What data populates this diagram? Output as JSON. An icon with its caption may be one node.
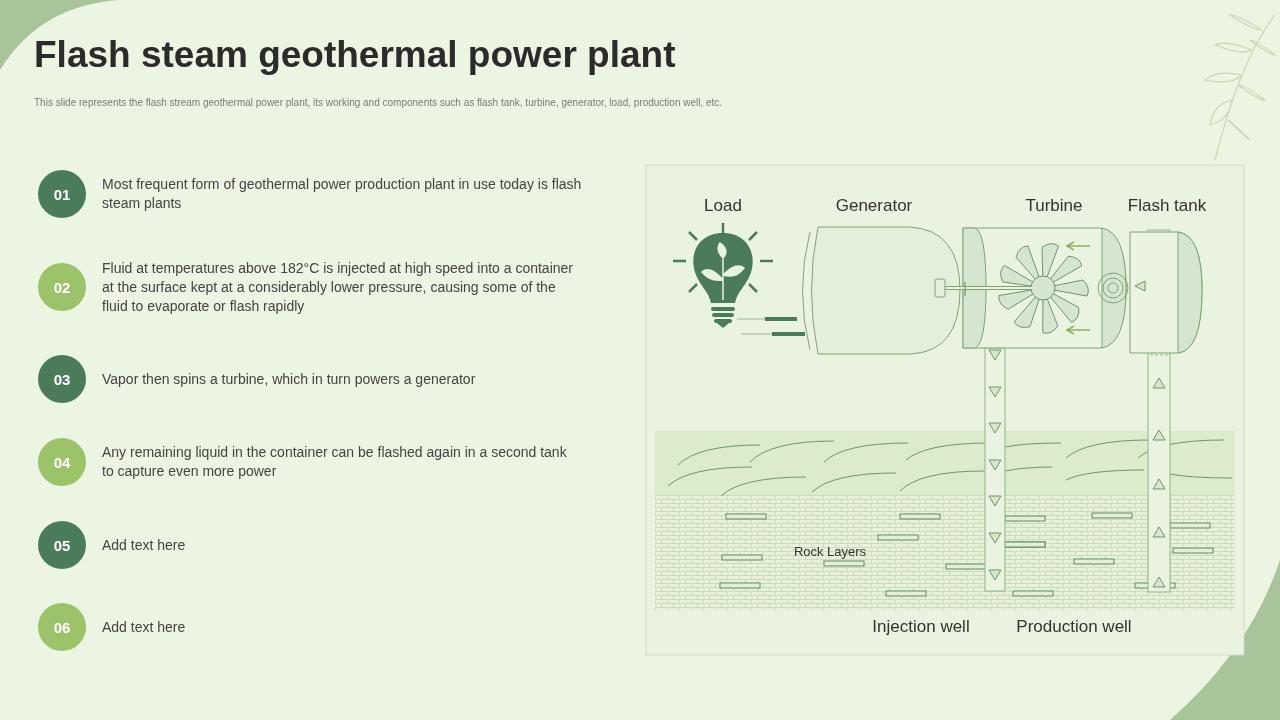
{
  "diagram": {
    "title": "Flash steam geothermal power plant",
    "caption": "This slide represents the flash stream geothermal power plant, its working and components such as flash tank, turbine, generator, load, production well, etc.",
    "nodes": [
      {
        "text": [
          "01"
        ],
        "beside": [
          "Most frequent form of geothermal power production plant in use today is flash steam plants"
        ]
      },
      {
        "text": [
          "02"
        ],
        "beside": [
          "Fluid at temperatures above 182°C is injected at high speed into a container at the surface kept at a considerably lower pressure, causing some of the fluid to evaporate or flash rapidly"
        ]
      },
      {
        "text": [
          "03"
        ],
        "beside": [
          "Vapor then spins a turbine, which in turn powers a generator"
        ]
      },
      {
        "text": [
          "04"
        ],
        "beside": [
          "Any remaining liquid in the container can be flashed again in a second tank to capture even more power"
        ]
      },
      {
        "text": [
          "05"
        ],
        "beside": [
          "Add text here"
        ]
      },
      {
        "text": [
          "06"
        ],
        "beside": [
          "Add text here"
        ]
      }
    ],
    "labels": [
      "Load",
      "Generator",
      "Turbine",
      "Flash tank",
      "Rock Layers",
      "Injection well",
      "Production well"
    ]
  }
}
